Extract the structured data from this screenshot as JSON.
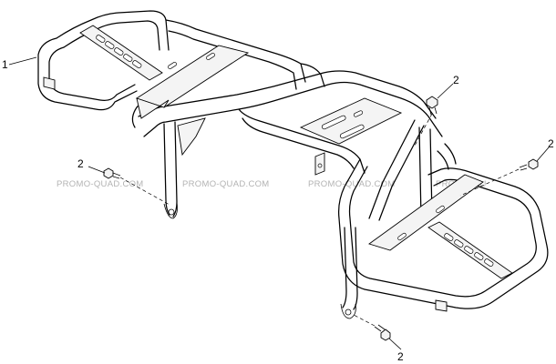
{
  "diagram": {
    "callouts": {
      "rack": "1",
      "bolt_top": "2",
      "bolt_left": "2",
      "bolt_right": "2",
      "bolt_bottom": "2"
    },
    "watermarks": [
      "PROMO-QUAD.COM",
      "PROMO-QUAD.COM",
      "PROMO-QUAD.COM",
      "PROMO-QU"
    ]
  }
}
